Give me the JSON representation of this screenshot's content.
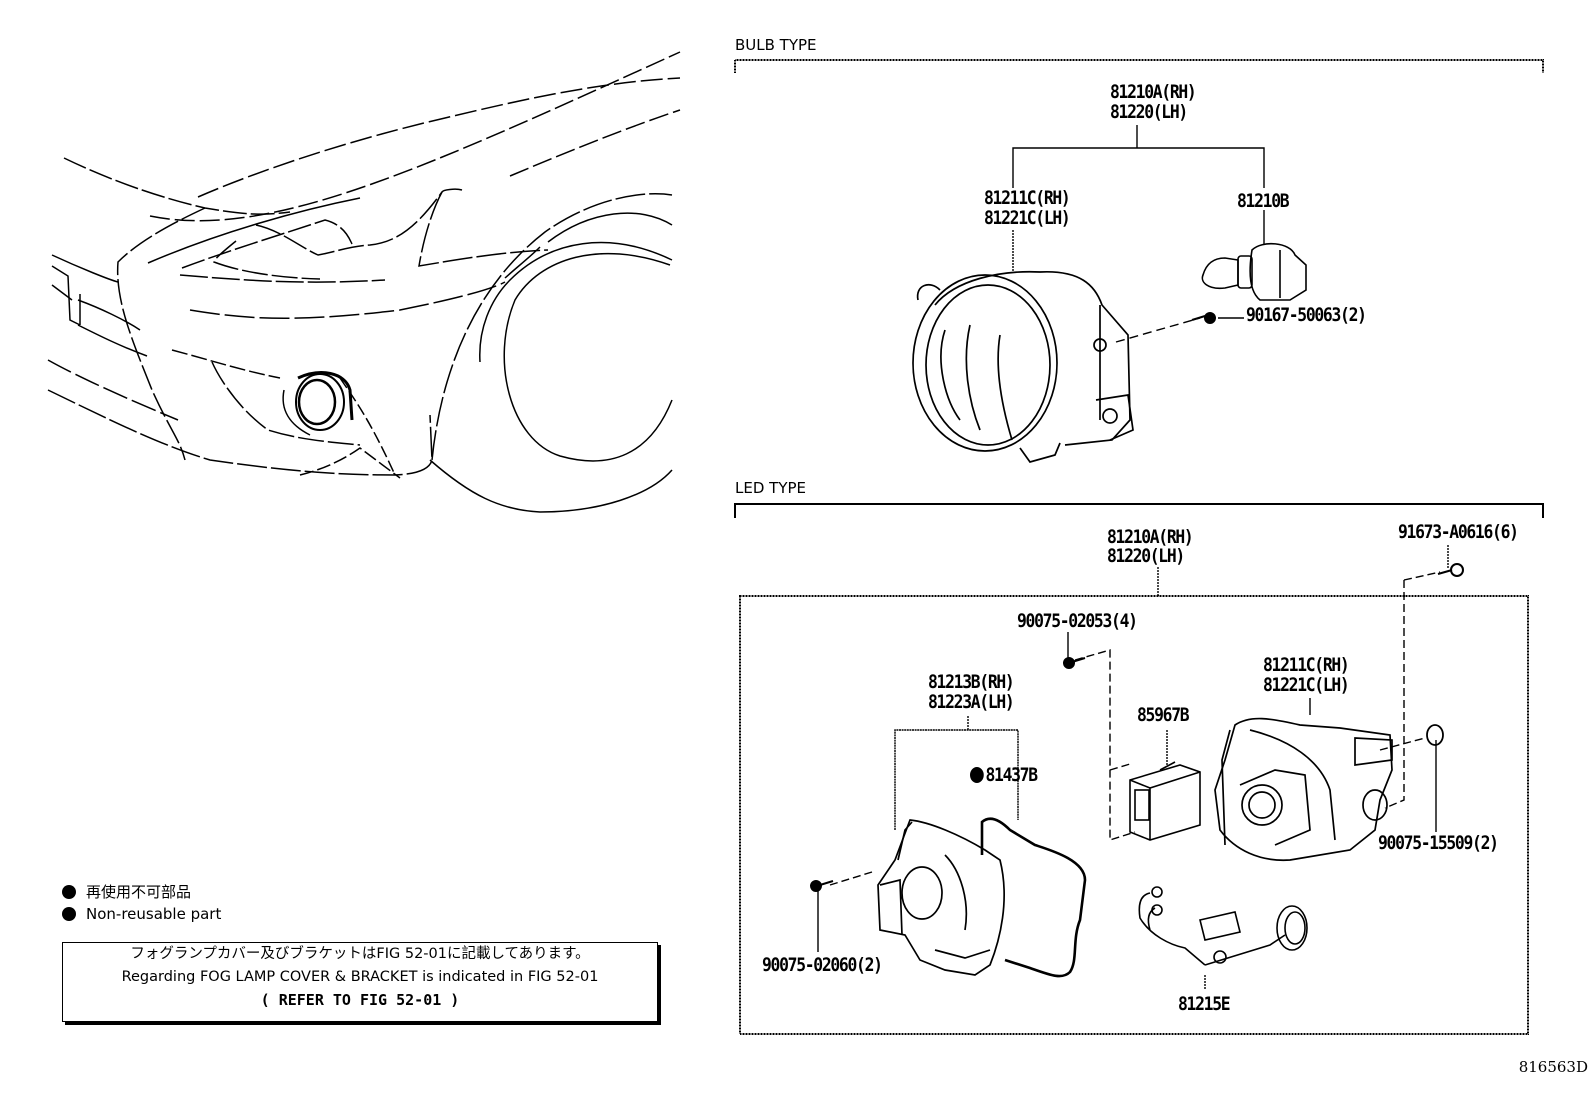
{
  "figure_id": "816563D",
  "sections": {
    "bulb": {
      "title": "BULB TYPE",
      "parts": {
        "assembly": [
          "81210A(RH)",
          "81220(LH)"
        ],
        "unit": [
          "81211C(RH)",
          "81221C(LH)"
        ],
        "bulb": "81210B",
        "screw": "90167-50063(2)"
      }
    },
    "led": {
      "title": "LED TYPE",
      "parts": {
        "assembly": [
          "81210A(RH)",
          "81220(LH)"
        ],
        "bolt_top": "91673-A0616(6)",
        "screw_module": "90075-02053(4)",
        "unit": [
          "81211C(RH)",
          "81221C(LH)"
        ],
        "module": "85967B",
        "lens_set": [
          "81213B(RH)",
          "81223A(LH)"
        ],
        "gasket": "81437B",
        "gasket_nonreusable": true,
        "plug": "90075-15509(2)",
        "screw_lens": "90075-02060(2)",
        "harness": "81215E"
      }
    }
  },
  "legend": {
    "jp": "再使用不可部品",
    "en": "Non-reusable part"
  },
  "note": {
    "jp": "フォグランプカバー及びブラケットはFIG 52-01に記載してあります。",
    "en": "Regarding FOG LAMP COVER & BRACKET is indicated in FIG 52-01",
    "ref": "(   REFER TO FIG 52-01   )"
  }
}
